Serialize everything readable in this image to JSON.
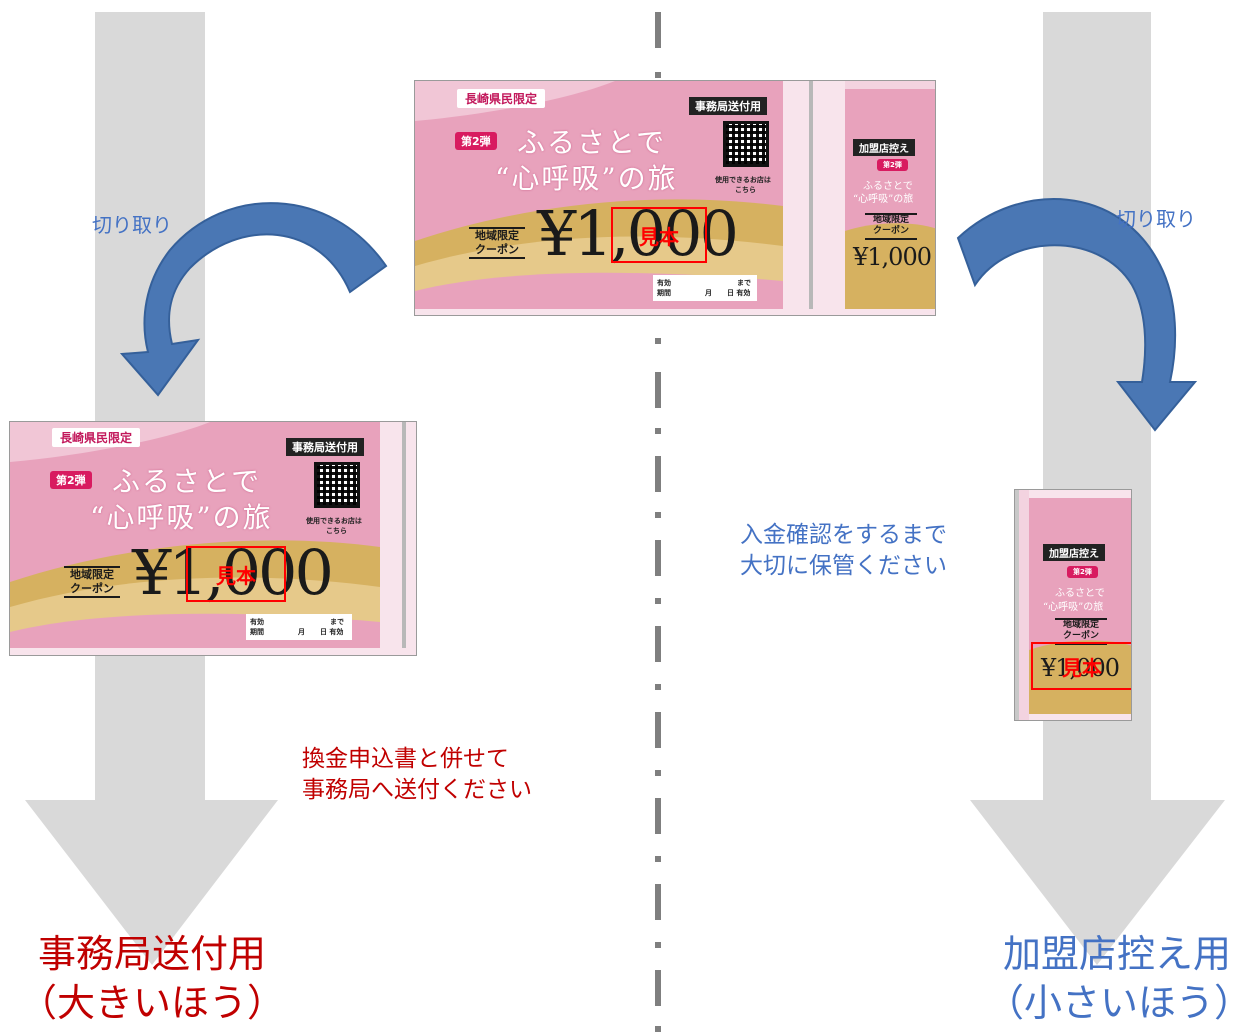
{
  "ticket": {
    "prefecture_badge": "長崎県民限定",
    "office_copy_badge": "事務局送付用",
    "edition_badge": "第2弾",
    "title_line1": "ふるさとで",
    "title_line2": "“心呼吸”の旅",
    "qr_caption_line1": "使用できるお店は",
    "qr_caption_line2": "こちら",
    "limited_line1": "地域限定",
    "limited_line2": "クーポン",
    "amount": "¥1,000",
    "sample_stamp": "見本",
    "validity_label_line1": "有効",
    "validity_label_line2": "期間",
    "validity_month": "月",
    "validity_until": "まで",
    "validity_day_valid": "日 有効",
    "stub_badge": "加盟店控え",
    "stub_edition": "第2弾",
    "stub_title_line1": "ふるさとで",
    "stub_title_line2": "“心呼吸”の旅",
    "stub_limited_line1": "地域限定",
    "stub_limited_line2": "クーポン",
    "stub_amount": "¥1,000"
  },
  "labels": {
    "cut_left": "切り取り",
    "cut_right": "切り取り",
    "left_note_line1": "換金申込書と併せて",
    "left_note_line2": "事務局へ送付ください",
    "right_note_line1": "入金確認をするまで",
    "right_note_line2": "大切に保管ください",
    "left_result_line1": "事務局送付用",
    "left_result_line2": "（大きいほう）",
    "right_result_line1": "加盟店控え用",
    "right_result_line2": "（小さいほう）"
  },
  "colors": {
    "arrow_gray": "#d9d9d9",
    "curved_arrow": "#4a77b4",
    "blue_text": "#4472c4",
    "red_text": "#c00000",
    "dash_line": "#7f7f7f",
    "ticket_pink": "#e8a2bc",
    "ticket_gold": "#d6b160"
  },
  "icons": [
    "qr-code-icon",
    "curved-arrow-icon",
    "down-arrow-icon"
  ]
}
